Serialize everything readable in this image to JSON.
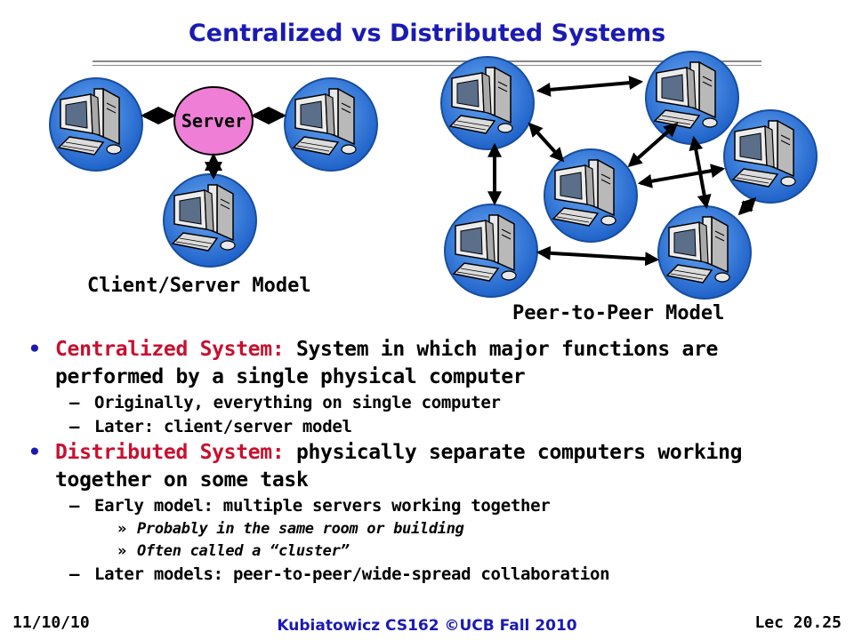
{
  "title": "Centralized vs Distributed Systems",
  "diagram": {
    "server_label": "Server",
    "client_server_label": "Client/Server Model",
    "p2p_label": "Peer-to-Peer Model"
  },
  "bullets": [
    {
      "term": "Centralized System:",
      "text": " System in which major functions are performed by a single physical computer",
      "subs": [
        {
          "text": "Originally, everything on single computer"
        },
        {
          "text": "Later: client/server model"
        }
      ]
    },
    {
      "term": "Distributed System:",
      "text": " physically separate computers working together on some task",
      "subs": [
        {
          "text": "Early model: multiple servers working together"
        },
        {
          "text": "Probably in the same room or building",
          "level": 3
        },
        {
          "text": "Often called a “cluster”",
          "level": 3
        },
        {
          "text": "Later models: peer-to-peer/wide-spread collaboration"
        }
      ]
    }
  ],
  "footer": {
    "date": "11/10/10",
    "course": "Kubiatowicz CS162 ©UCB Fall 2010",
    "lecture": "Lec 20.25"
  },
  "colors": {
    "title": "#1a1ab4",
    "term": "#c8102e",
    "server": "#ef7fd6",
    "computer_bg": "#2f7be0"
  }
}
